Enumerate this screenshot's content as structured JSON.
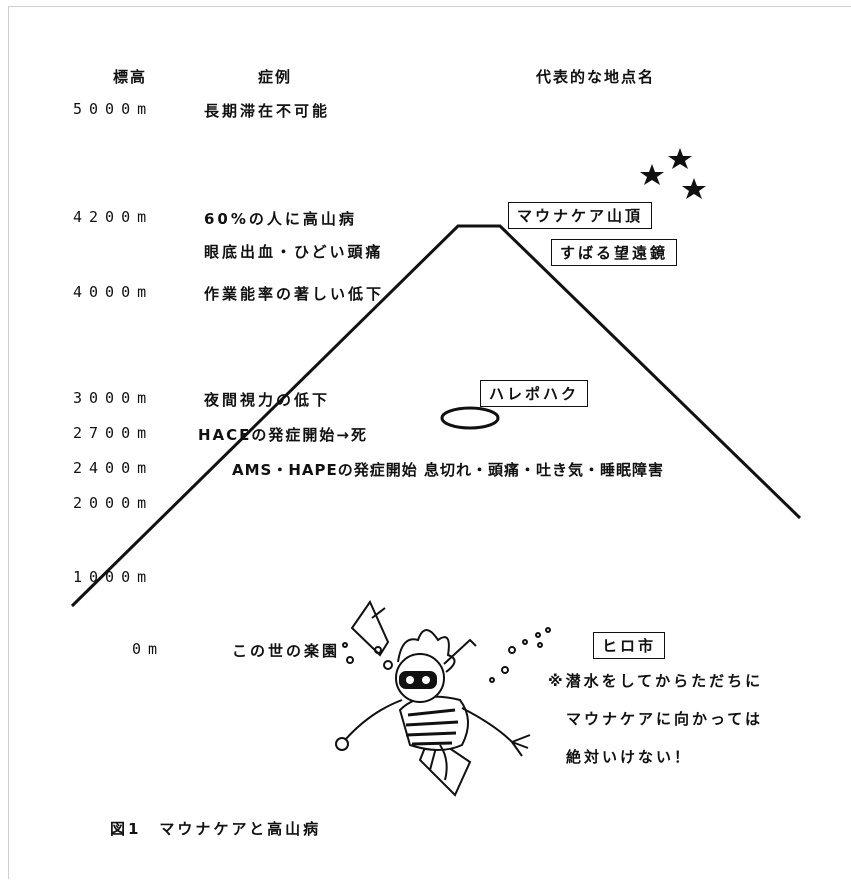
{
  "headers": {
    "altitude": "標高",
    "symptoms": "症例",
    "places": "代表的な地点名"
  },
  "rows": [
    {
      "altitude": "5000m",
      "symptom": "長期滞在不可能"
    },
    {
      "altitude": "4200m",
      "symptom": "60%の人に高山病"
    },
    {
      "altitude": "",
      "symptom": "眼底出血・ひどい頭痛"
    },
    {
      "altitude": "4000m",
      "symptom": "作業能率の著しい低下"
    },
    {
      "altitude": "3000m",
      "symptom": "夜間視力の低下"
    },
    {
      "altitude": "2700m",
      "symptom": "HACEの発症開始→死"
    },
    {
      "altitude": "2400m",
      "symptom": "AMS・HAPEの発症開始 息切れ・頭痛・吐き気・睡眠障害"
    },
    {
      "altitude": "2000m",
      "symptom": ""
    },
    {
      "altitude": "1000m",
      "symptom": ""
    },
    {
      "altitude": "0m",
      "symptom": "この世の楽園"
    }
  ],
  "places": {
    "summit": "マウナケア山頂",
    "subaru": "すばる望遠鏡",
    "halepohaku": "ハレポハク",
    "hilo": "ヒロ市"
  },
  "note": [
    "※潜水をしてからただちに",
    "マウナケアに向かっては",
    "絶対いけない！"
  ],
  "caption": "図1　マウナケアと高山病"
}
